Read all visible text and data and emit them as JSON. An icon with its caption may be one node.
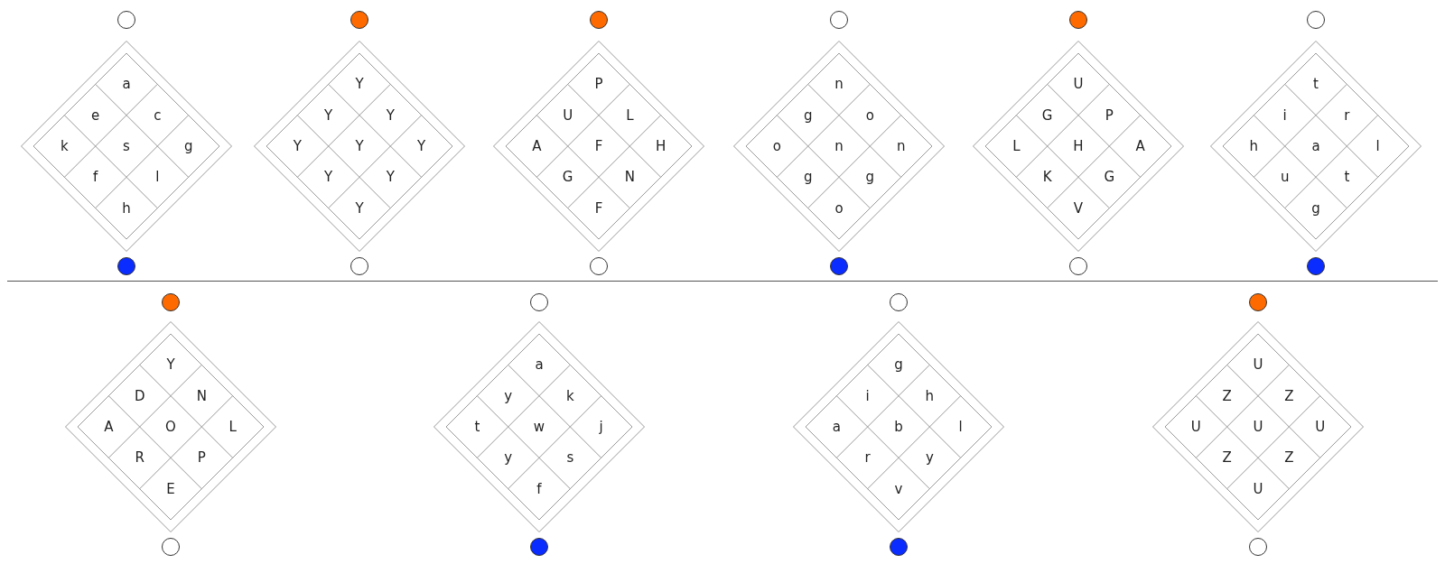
{
  "diagram": {
    "nodes": [
      {
        "text": [],
        "shape": "circle"
      },
      {
        "text": [],
        "shape": "circle"
      },
      {
        "text": [],
        "shape": "circle"
      },
      {
        "text": [],
        "shape": "circle"
      },
      {
        "text": [],
        "shape": "circle"
      },
      {
        "text": [],
        "shape": "circle"
      },
      {
        "text": [],
        "shape": "diamond"
      },
      {
        "text": [
          "a"
        ],
        "in": 6
      },
      {
        "text": [
          "e"
        ],
        "in": 6
      },
      {
        "text": [
          "c"
        ],
        "in": 6
      },
      {
        "text": [
          "k"
        ],
        "in": 6
      },
      {
        "text": [
          "s"
        ],
        "in": 6
      },
      {
        "text": [
          "g"
        ],
        "in": 6
      },
      {
        "text": [
          "f"
        ],
        "in": 6
      },
      {
        "text": [
          "l"
        ],
        "in": 6
      },
      {
        "text": [
          "h"
        ],
        "in": 6
      },
      {
        "text": [],
        "shape": "diamond"
      },
      {
        "text": [
          "Y"
        ],
        "in": 16
      },
      {
        "text": [
          "Y"
        ],
        "in": 16
      },
      {
        "text": [
          "Y"
        ],
        "in": 16
      },
      {
        "text": [
          "Y"
        ],
        "in": 16
      },
      {
        "text": [
          "Y"
        ],
        "in": 16
      },
      {
        "text": [
          "Y"
        ],
        "in": 16
      },
      {
        "text": [
          "Y"
        ],
        "in": 16
      },
      {
        "text": [
          "Y"
        ],
        "in": 16
      },
      {
        "text": [
          "Y"
        ],
        "in": 16
      },
      {
        "text": [],
        "shape": "diamond"
      },
      {
        "text": [
          "P"
        ],
        "in": 26
      },
      {
        "text": [
          "U"
        ],
        "in": 26
      },
      {
        "text": [
          "L"
        ],
        "in": 26
      },
      {
        "text": [
          "A"
        ],
        "in": 26
      },
      {
        "text": [
          "F"
        ],
        "in": 26
      },
      {
        "text": [
          "H"
        ],
        "in": 26
      },
      {
        "text": [
          "G"
        ],
        "in": 26
      },
      {
        "text": [
          "N"
        ],
        "in": 26
      },
      {
        "text": [
          "F"
        ],
        "in": 26
      },
      {
        "text": [],
        "shape": "diamond"
      },
      {
        "text": [
          "n"
        ],
        "in": 36
      },
      {
        "text": [
          "g"
        ],
        "in": 36
      },
      {
        "text": [
          "o"
        ],
        "in": 36
      },
      {
        "text": [
          "o"
        ],
        "in": 36
      },
      {
        "text": [
          "n"
        ],
        "in": 36
      },
      {
        "text": [
          "n"
        ],
        "in": 36
      },
      {
        "text": [
          "g"
        ],
        "in": 36
      },
      {
        "text": [
          "g"
        ],
        "in": 36
      },
      {
        "text": [
          "o"
        ],
        "in": 36
      },
      {
        "text": [],
        "shape": "diamond"
      },
      {
        "text": [
          "U"
        ],
        "in": 46
      },
      {
        "text": [
          "G"
        ],
        "in": 46
      },
      {
        "text": [
          "P"
        ],
        "in": 46
      },
      {
        "text": [
          "L"
        ],
        "in": 46
      },
      {
        "text": [
          "H"
        ],
        "in": 46
      },
      {
        "text": [
          "A"
        ],
        "in": 46
      },
      {
        "text": [
          "K"
        ],
        "in": 46
      },
      {
        "text": [
          "G"
        ],
        "in": 46
      },
      {
        "text": [
          "V"
        ],
        "in": 46
      },
      {
        "text": [],
        "shape": "diamond"
      },
      {
        "text": [
          "t"
        ],
        "in": 56
      },
      {
        "text": [
          "i"
        ],
        "in": 56
      },
      {
        "text": [
          "r"
        ],
        "in": 56
      },
      {
        "text": [
          "h"
        ],
        "in": 56
      },
      {
        "text": [
          "a"
        ],
        "in": 56
      },
      {
        "text": [
          "l"
        ],
        "in": 56
      },
      {
        "text": [
          "u"
        ],
        "in": 56
      },
      {
        "text": [
          "t"
        ],
        "in": 56
      },
      {
        "text": [
          "g"
        ],
        "in": 56
      },
      {
        "text": [],
        "shape": "circle"
      },
      {
        "text": [],
        "shape": "circle"
      },
      {
        "text": [],
        "shape": "circle"
      },
      {
        "text": [],
        "shape": "circle"
      },
      {
        "text": [],
        "shape": "circle"
      },
      {
        "text": [],
        "shape": "circle"
      },
      {
        "text": [],
        "shape": "circle"
      },
      {
        "text": [],
        "shape": "circle"
      },
      {
        "text": [],
        "shape": "circle"
      },
      {
        "text": [],
        "shape": "circle"
      },
      {
        "text": [],
        "shape": "diamond"
      },
      {
        "text": [
          "Y"
        ],
        "in": 76
      },
      {
        "text": [
          "D"
        ],
        "in": 76
      },
      {
        "text": [
          "N"
        ],
        "in": 76
      },
      {
        "text": [
          "A"
        ],
        "in": 76
      },
      {
        "text": [
          "O"
        ],
        "in": 76
      },
      {
        "text": [
          "L"
        ],
        "in": 76
      },
      {
        "text": [
          "R"
        ],
        "in": 76
      },
      {
        "text": [
          "P"
        ],
        "in": 76
      },
      {
        "text": [
          "E"
        ],
        "in": 76
      },
      {
        "text": [],
        "shape": "diamond"
      },
      {
        "text": [
          "a"
        ],
        "in": 86
      },
      {
        "text": [
          "y"
        ],
        "in": 86
      },
      {
        "text": [
          "k"
        ],
        "in": 86
      },
      {
        "text": [
          "t"
        ],
        "in": 86
      },
      {
        "text": [
          "w"
        ],
        "in": 86
      },
      {
        "text": [
          "j"
        ],
        "in": 86
      },
      {
        "text": [
          "y"
        ],
        "in": 86
      },
      {
        "text": [
          "s"
        ],
        "in": 86
      },
      {
        "text": [
          "f"
        ],
        "in": 86
      },
      {
        "text": [],
        "shape": "diamond"
      },
      {
        "text": [
          "g"
        ],
        "in": 96
      },
      {
        "text": [
          "i"
        ],
        "in": 96
      },
      {
        "text": [
          "h"
        ],
        "in": 96
      },
      {
        "text": [
          "a"
        ],
        "in": 96
      },
      {
        "text": [
          "b"
        ],
        "in": 96
      },
      {
        "text": [
          "l"
        ],
        "in": 96
      },
      {
        "text": [
          "r"
        ],
        "in": 96
      },
      {
        "text": [
          "y"
        ],
        "in": 96
      },
      {
        "text": [
          "v"
        ],
        "in": 96
      },
      {
        "text": [],
        "shape": "diamond"
      },
      {
        "text": [
          "U"
        ],
        "in": 106
      },
      {
        "text": [
          "Z"
        ],
        "in": 106
      },
      {
        "text": [
          "Z"
        ],
        "in": 106
      },
      {
        "text": [
          "U"
        ],
        "in": 106
      },
      {
        "text": [
          "U"
        ],
        "in": 106
      },
      {
        "text": [
          "U"
        ],
        "in": 106
      },
      {
        "text": [
          "Z"
        ],
        "in": 106
      },
      {
        "text": [
          "Z"
        ],
        "in": 106
      },
      {
        "text": [
          "U"
        ],
        "in": 106
      },
      {
        "text": [],
        "shape": "circle"
      },
      {
        "text": [],
        "shape": "circle"
      },
      {
        "text": [],
        "shape": "circle"
      },
      {
        "text": [],
        "shape": "circle"
      }
    ],
    "edges": []
  }
}
